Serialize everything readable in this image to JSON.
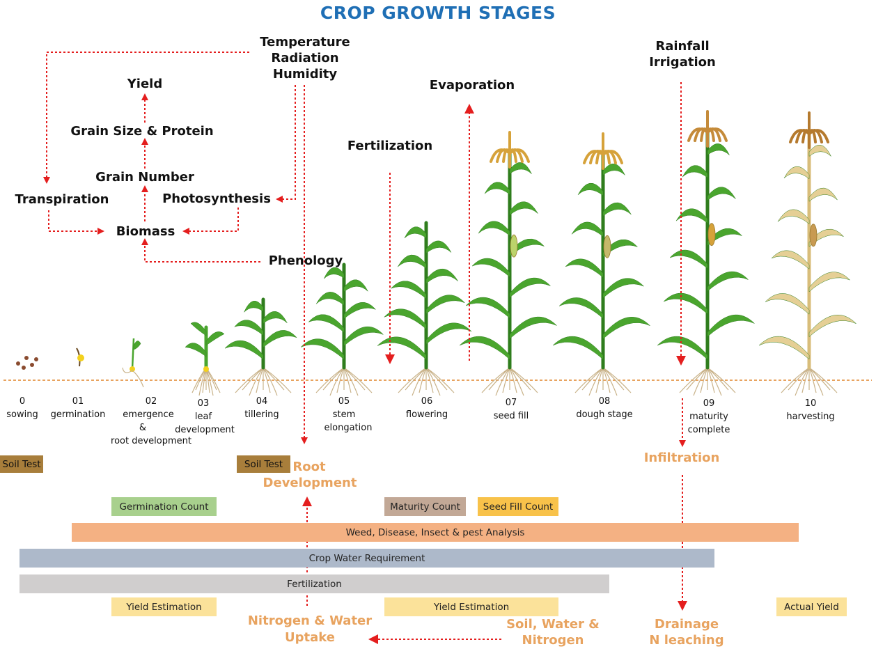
{
  "title": "CROP GROWTH STAGES",
  "factors": {
    "yield": "Yield",
    "grain_size_protein": "Grain Size & Protein",
    "grain_number": "Grain Number",
    "transpiration": "Transpiration",
    "photosynthesis": "Photosynthesis",
    "biomass": "Biomass",
    "phenology": "Phenology",
    "temperature": "Temperature",
    "radiation": "Radiation",
    "humidity": "Humidity",
    "fertilization": "Fertilization",
    "evaporation": "Evaporation",
    "rainfall": "Rainfall",
    "irrigation": "Irrigation"
  },
  "stages": [
    {
      "num": "0",
      "name": "sowing"
    },
    {
      "num": "01",
      "name": "germination"
    },
    {
      "num": "02",
      "name": "emergence",
      "line2": "&",
      "line3": "root development"
    },
    {
      "num": "03",
      "name": "leaf",
      "line2": "development"
    },
    {
      "num": "04",
      "name": "tillering"
    },
    {
      "num": "05",
      "name": "stem",
      "line2": "elongation"
    },
    {
      "num": "06",
      "name": "flowering"
    },
    {
      "num": "07",
      "name": "seed fill"
    },
    {
      "num": "08",
      "name": "dough stage"
    },
    {
      "num": "09",
      "name": "maturity",
      "line2": "complete"
    },
    {
      "num": "10",
      "name": "harvesting"
    }
  ],
  "processes": {
    "root_development_1": "Root",
    "root_development_2": "Development",
    "infiltration": "Infiltration",
    "nitrogen_water_1": "Nitrogen & Water",
    "nitrogen_water_2": "Uptake",
    "soil_water_nitrogen_1": "Soil, Water &",
    "soil_water_nitrogen_2": "Nitrogen",
    "drainage_1": "Drainage",
    "drainage_2": "N leaching"
  },
  "activities": {
    "soil_test_1": "Soil Test",
    "soil_test_2": "Soil Test",
    "germination_count": "Germination Count",
    "maturity_count": "Maturity Count",
    "seed_fill_count": "Seed Fill Count",
    "weed_analysis": "Weed, Disease, Insect & pest Analysis",
    "crop_water": "Crop Water Requirement",
    "fertilization": "Fertilization",
    "yield_estimation_1": "Yield Estimation",
    "yield_estimation_2": "Yield Estimation",
    "actual_yield": "Actual Yield"
  },
  "colors": {
    "title": "#1f6fb5",
    "arrow": "#e41e1e",
    "orange_text": "#e8a35f",
    "soil_test": "#a87e3b",
    "germination_count": "#a8d08d",
    "maturity_count": "#c2a896",
    "seed_fill_count": "#f8c24a",
    "weed_analysis": "#f4b183",
    "crop_water": "#adb9ca",
    "fertilization": "#d0cece",
    "yield_estimation": "#fbe29a",
    "ground_line": "#e8a35f",
    "plant_green": "#4aa52e",
    "plant_tan": "#e5cf95"
  }
}
